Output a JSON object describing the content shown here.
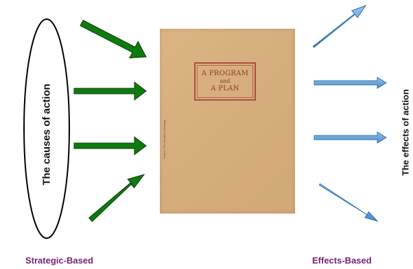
{
  "booklet": {
    "line1": "A PROGRAM",
    "line2": "and",
    "line3": "A PLAN",
    "source": "Source: TNT Archives (Chicago)"
  },
  "labels": {
    "causes": "The causes of action",
    "effects_vertical": "The effects of action",
    "strategic": "Strategic-Based",
    "effects_based": "Effects-Based"
  },
  "colors": {
    "green_arrow": "#0f7a0f",
    "blue_arrow": "#5b9bd5",
    "label_purple": "#7a1f73"
  }
}
